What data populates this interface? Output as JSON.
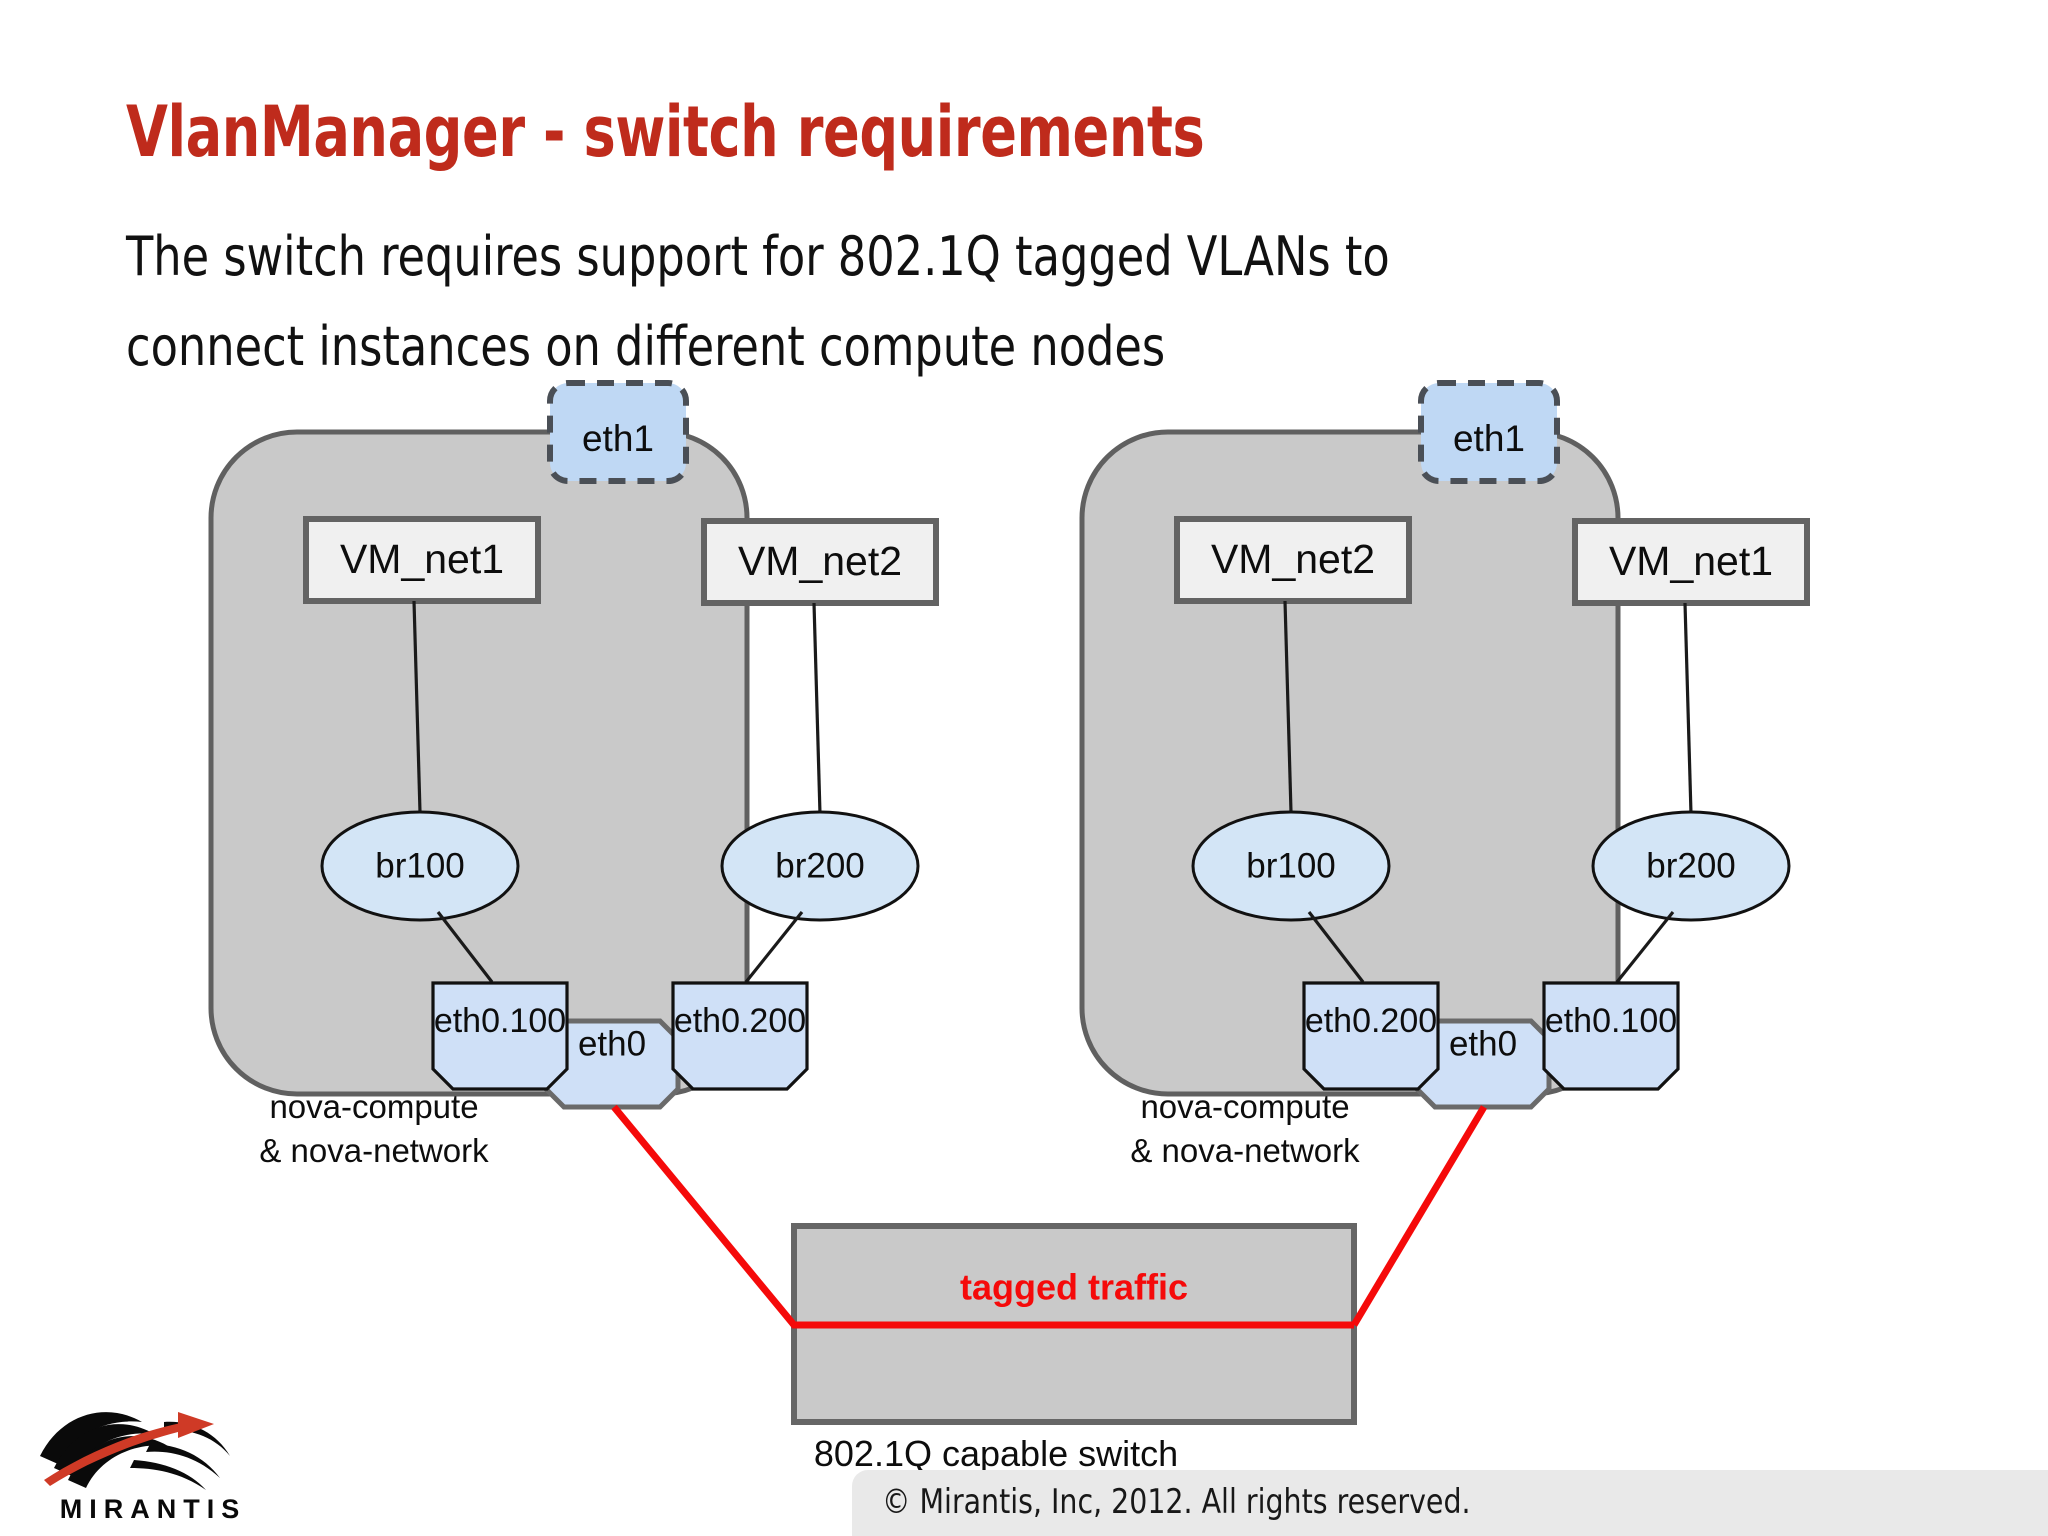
{
  "slide": {
    "title": "VlanManager - switch requirements",
    "subtitle_line1": "The switch requires support for 802.1Q tagged VLANs to",
    "subtitle_line2": "connect instances on different compute nodes",
    "accent_color": "#bf2b1c",
    "red_link_color": "#f50a0a",
    "host_fill": "#c9c9c9",
    "node_fill": "#cfe0f7",
    "vm_fill": "#f0f0f0"
  },
  "hosts": [
    {
      "id": "host-left",
      "uplink": {
        "label": "eth1"
      },
      "vms": [
        {
          "label": "VM_net1"
        },
        {
          "label": "VM_net2"
        }
      ],
      "bridges": [
        {
          "label": "br100"
        },
        {
          "label": "br200"
        }
      ],
      "vlan_interfaces": [
        {
          "label": "eth0.100"
        },
        {
          "label": "eth0.200"
        }
      ],
      "trunk": {
        "label": "eth0"
      },
      "caption_line1": "nova-compute",
      "caption_line2": "& nova-network"
    },
    {
      "id": "host-right",
      "uplink": {
        "label": "eth1"
      },
      "vms": [
        {
          "label": "VM_net2"
        },
        {
          "label": "VM_net1"
        }
      ],
      "bridges": [
        {
          "label": "br100"
        },
        {
          "label": "br200"
        }
      ],
      "vlan_interfaces": [
        {
          "label": "eth0.200"
        },
        {
          "label": "eth0.100"
        }
      ],
      "trunk": {
        "label": "eth0"
      },
      "caption_line1": "nova-compute",
      "caption_line2": "& nova-network"
    }
  ],
  "switch": {
    "traffic_label": "tagged traffic",
    "caption": "802.1Q capable switch"
  },
  "footer": {
    "copyright": "© Mirantis, Inc, 2012. All rights reserved.",
    "logo_wordmark": "MIRANTIS"
  }
}
